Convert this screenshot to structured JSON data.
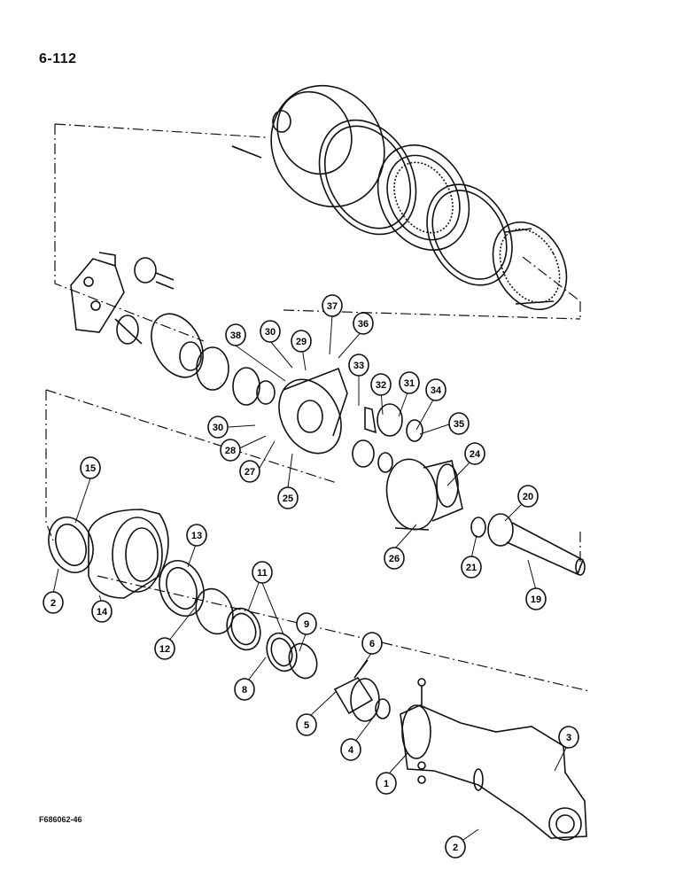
{
  "page_number": "6-112",
  "figure_code": "F686062-46",
  "callouts": [
    "1",
    "2",
    "3",
    "4",
    "5",
    "6",
    "8",
    "9",
    "11",
    "12",
    "13",
    "14",
    "15",
    "19",
    "20",
    "21",
    "24",
    "25",
    "26",
    "27",
    "28",
    "29",
    "30",
    "31",
    "32",
    "33",
    "34",
    "35",
    "36",
    "37",
    "38"
  ]
}
